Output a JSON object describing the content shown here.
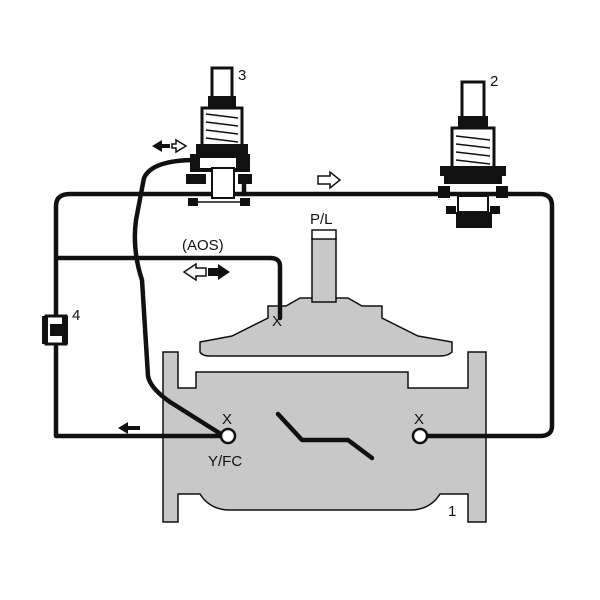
{
  "diagram": {
    "labels": {
      "pilot_3_number": "3",
      "pilot_2_number": "2",
      "valve_1_number": "1",
      "needle_4_number": "4",
      "pl_port": "P/L",
      "aos": "(AOS)",
      "port_left": "X",
      "port_right": "X",
      "port_bonnet": "X",
      "yfc": "Y/FC"
    }
  }
}
